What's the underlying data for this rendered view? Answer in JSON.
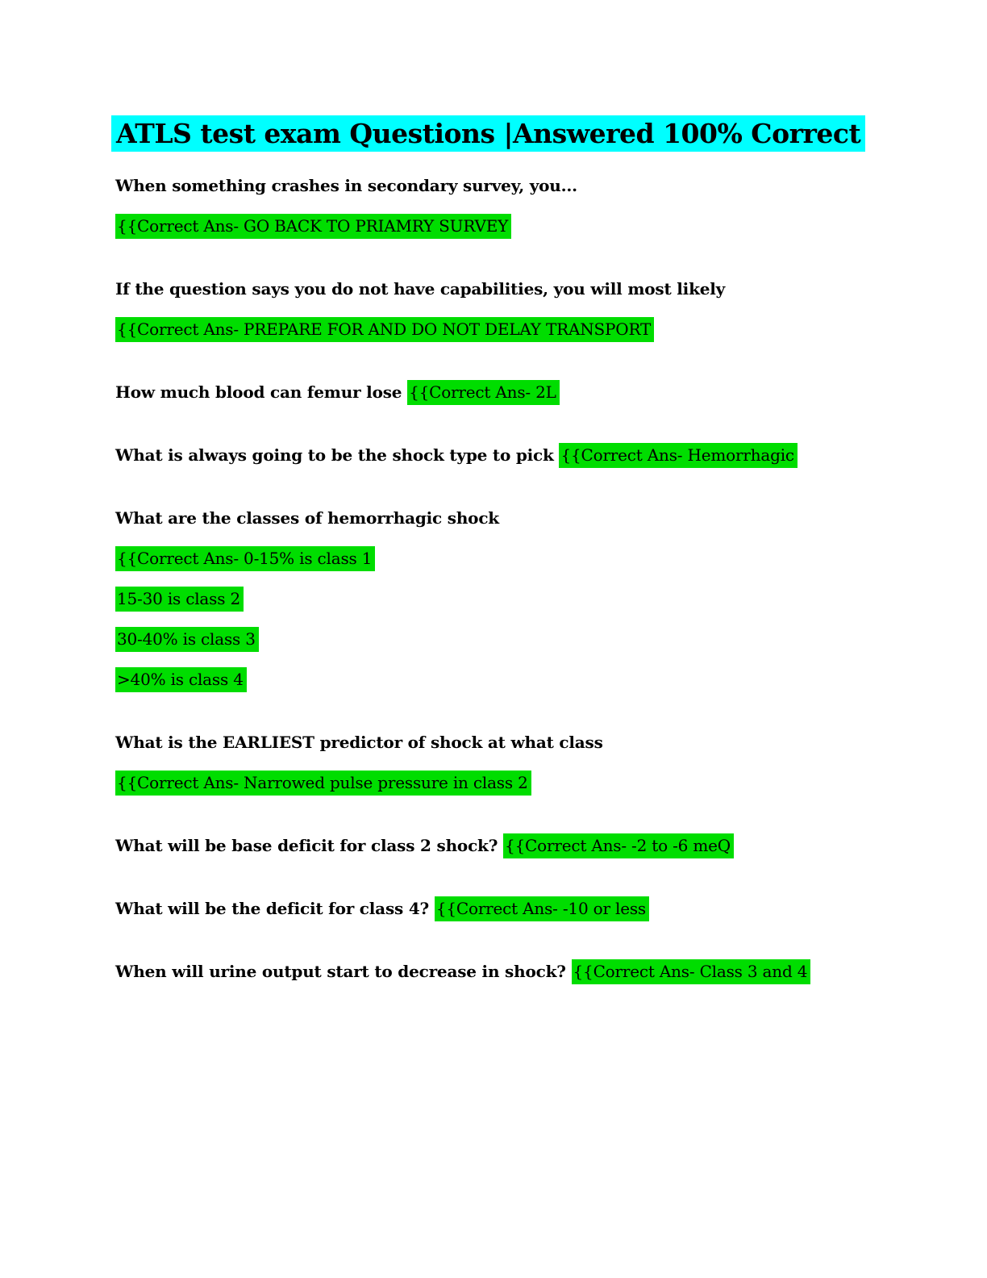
{
  "document": {
    "title": "ATLS test exam Questions |Answered 100% Correct",
    "colors": {
      "title_highlight": "#00ffff",
      "answer_highlight": "#00dd00",
      "text": "#000000",
      "page_background": "#ffffff"
    },
    "qa_blocks": [
      {
        "paragraphs": [
          {
            "segments": [
              {
                "text": "When something crashes in secondary survey, you...",
                "highlighted": false
              }
            ]
          },
          {
            "segments": [
              {
                "text": "{{Correct Ans- GO BACK TO PRIAMRY SURVEY",
                "highlighted": true
              }
            ]
          }
        ]
      },
      {
        "paragraphs": [
          {
            "segments": [
              {
                "text": "If the question says you do not have capabilities, you will most likely",
                "highlighted": false
              }
            ]
          },
          {
            "segments": [
              {
                "text": "{{Correct Ans- PREPARE FOR AND DO NOT DELAY TRANSPORT",
                "highlighted": true
              }
            ]
          }
        ]
      },
      {
        "paragraphs": [
          {
            "segments": [
              {
                "text": "How much blood can femur lose ",
                "highlighted": false
              },
              {
                "text": "{{Correct Ans- 2L",
                "highlighted": true
              }
            ]
          }
        ]
      },
      {
        "paragraphs": [
          {
            "segments": [
              {
                "text": "What is always going to be the shock type to pick ",
                "highlighted": false
              },
              {
                "text": "{{Correct Ans- Hemorrhagic",
                "highlighted": true
              }
            ]
          }
        ]
      },
      {
        "paragraphs": [
          {
            "segments": [
              {
                "text": "What are the classes of hemorrhagic shock",
                "highlighted": false
              }
            ]
          },
          {
            "segments": [
              {
                "text": "{{Correct Ans- 0-15% is class 1",
                "highlighted": true
              }
            ]
          },
          {
            "segments": [
              {
                "text": "15-30 is class 2",
                "highlighted": true
              }
            ]
          },
          {
            "segments": [
              {
                "text": "30-40% is class 3",
                "highlighted": true
              }
            ]
          },
          {
            "segments": [
              {
                "text": ">40% is class 4",
                "highlighted": true
              }
            ]
          }
        ]
      },
      {
        "paragraphs": [
          {
            "segments": [
              {
                "text": "What is the EARLIEST predictor of shock at what class",
                "highlighted": false
              }
            ]
          },
          {
            "segments": [
              {
                "text": "{{Correct Ans- Narrowed pulse pressure in class 2",
                "highlighted": true
              }
            ]
          }
        ]
      },
      {
        "paragraphs": [
          {
            "segments": [
              {
                "text": "What will be base deficit for class 2 shock? ",
                "highlighted": false
              },
              {
                "text": "{{Correct Ans- -2 to -6 meQ",
                "highlighted": true
              }
            ]
          }
        ]
      },
      {
        "paragraphs": [
          {
            "segments": [
              {
                "text": "What will be the deficit for class 4? ",
                "highlighted": false
              },
              {
                "text": "{{Correct Ans- -10 or less",
                "highlighted": true
              }
            ]
          }
        ]
      },
      {
        "paragraphs": [
          {
            "segments": [
              {
                "text": "When will urine output start to decrease in shock? ",
                "highlighted": false
              },
              {
                "text": "{{Correct Ans- Class 3 and 4",
                "highlighted": true
              }
            ]
          }
        ]
      }
    ]
  }
}
